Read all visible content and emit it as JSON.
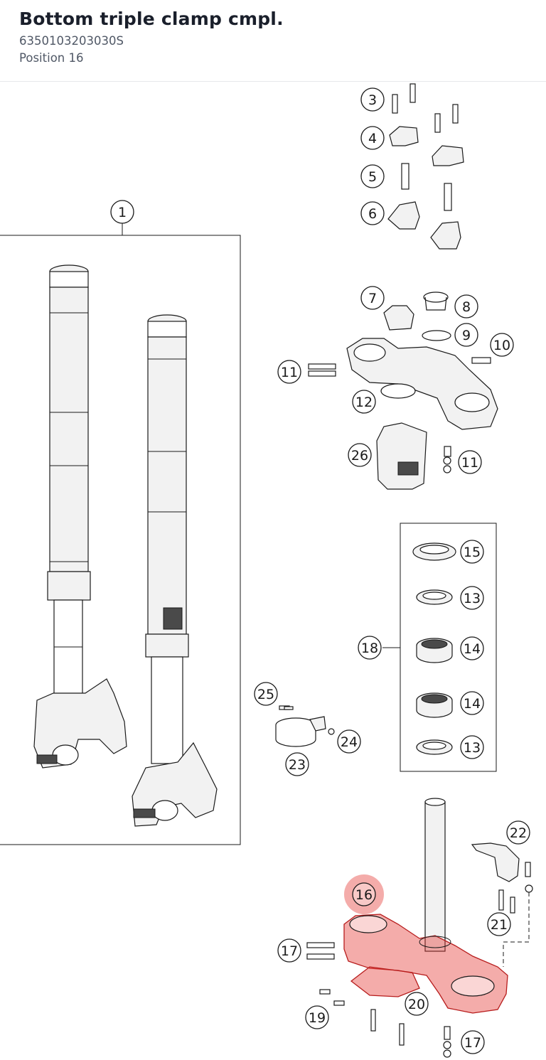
{
  "header": {
    "title": "Bottom triple clamp cmpl.",
    "part_number": "6350103203030S",
    "position_label": "Position 16"
  },
  "diagram": {
    "highlight_color": "#e53935",
    "callouts": {
      "p1": "1",
      "p3": "3",
      "p4": "4",
      "p5": "5",
      "p6": "6",
      "p7": "7",
      "p8": "8",
      "p9": "9",
      "p10": "10",
      "p11a": "11",
      "p11b": "11",
      "p12": "12",
      "p13a": "13",
      "p13b": "13",
      "p14a": "14",
      "p14b": "14",
      "p15": "15",
      "p16": "16",
      "p17a": "17",
      "p17b": "17",
      "p18": "18",
      "p19": "19",
      "p20": "20",
      "p21": "21",
      "p22": "22",
      "p23": "23",
      "p24": "24",
      "p25": "25",
      "p26": "26"
    }
  }
}
